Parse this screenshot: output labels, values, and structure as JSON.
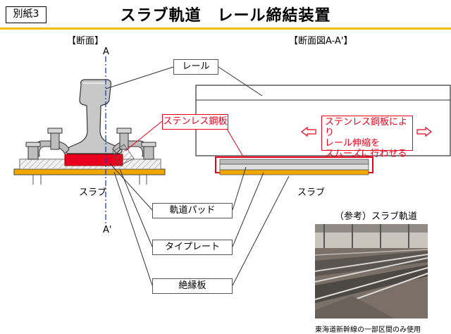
{
  "header": {
    "tag": "別紙3",
    "title": "スラブ軌道　レール締結装置"
  },
  "left_view": {
    "heading": "【断面】",
    "axis_top": "A",
    "axis_bottom": "A'",
    "slab_label": "スラブ"
  },
  "right_view": {
    "heading": "【断面図A-A'】",
    "slab_label": "スラブ",
    "note_lines": [
      "ステンレス鋼板により",
      "レール伸縮を",
      "スムーズに行わせる"
    ],
    "arrow_left": "⇦",
    "arrow_right": "⇨"
  },
  "callouts": {
    "rail": "レール",
    "stainless": "ステンレス鋼板",
    "track_pad": "軌道パッド",
    "tie_plate": "タイプレート",
    "insulating_plate": "絶縁板"
  },
  "reference": {
    "heading": "（参考）スラブ軌道",
    "caption": "東海道新幹線の一部区間のみ使用"
  },
  "colors": {
    "accent_yellow": "#f0c000",
    "stainless_red": "#e8001c",
    "slab_orange": "#f0a800"
  }
}
